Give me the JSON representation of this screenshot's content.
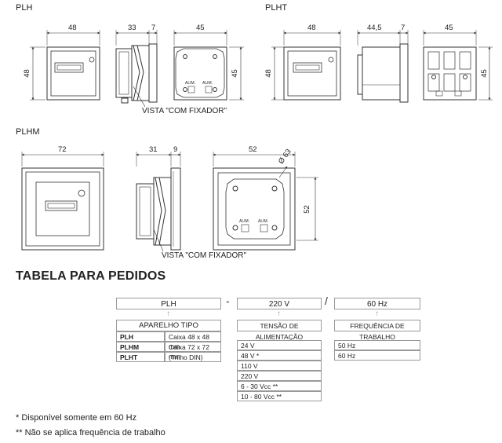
{
  "drawings": {
    "plh": {
      "label": "PLH",
      "dims": [
        "48",
        "48",
        "33",
        "7",
        "45",
        "45"
      ],
      "terminal": [
        "ALIM.",
        "ALIM."
      ],
      "caption": "VISTA \"COM FIXADOR\""
    },
    "plht": {
      "label": "PLHT",
      "dims": [
        "48",
        "48",
        "44,5",
        "7",
        "45",
        "45"
      ]
    },
    "plhm": {
      "label": "PLHM",
      "dims": [
        "72",
        "31",
        "9",
        "52",
        "52",
        "Ø 63"
      ],
      "terminal": [
        "ALIM.",
        "ALIM."
      ],
      "caption": "VISTA \"COM FIXADOR\""
    }
  },
  "order_table": {
    "title": "TABELA PARA PEDIDOS",
    "code": {
      "model": "PLH",
      "voltage": "220 V",
      "frequency": "60 Hz",
      "sep1": "-",
      "sep2": "/"
    },
    "model_column": {
      "header": "APARELHO TIPO",
      "rows": [
        {
          "code": "PLH",
          "desc": "Caixa 48 x 48 mm"
        },
        {
          "code": "PLHM",
          "desc": "Caixa 72 x 72 mm"
        },
        {
          "code": "PLHT",
          "desc": "(Trilho DIN)"
        }
      ]
    },
    "voltage_column": {
      "header": "TENSÃO DE ALIMENTAÇÃO",
      "values": [
        "24 V",
        "48 V *",
        "110 V",
        "220 V",
        "6 - 30 Vcc **",
        "10 - 80 Vcc **"
      ]
    },
    "frequency_column": {
      "header": "FREQUÊNCIA DE TRABALHO",
      "values": [
        "50 Hz",
        "60 Hz"
      ]
    }
  },
  "notes": [
    "* Disponível somente em 60 Hz",
    "** Não se aplica frequência de trabalho"
  ]
}
